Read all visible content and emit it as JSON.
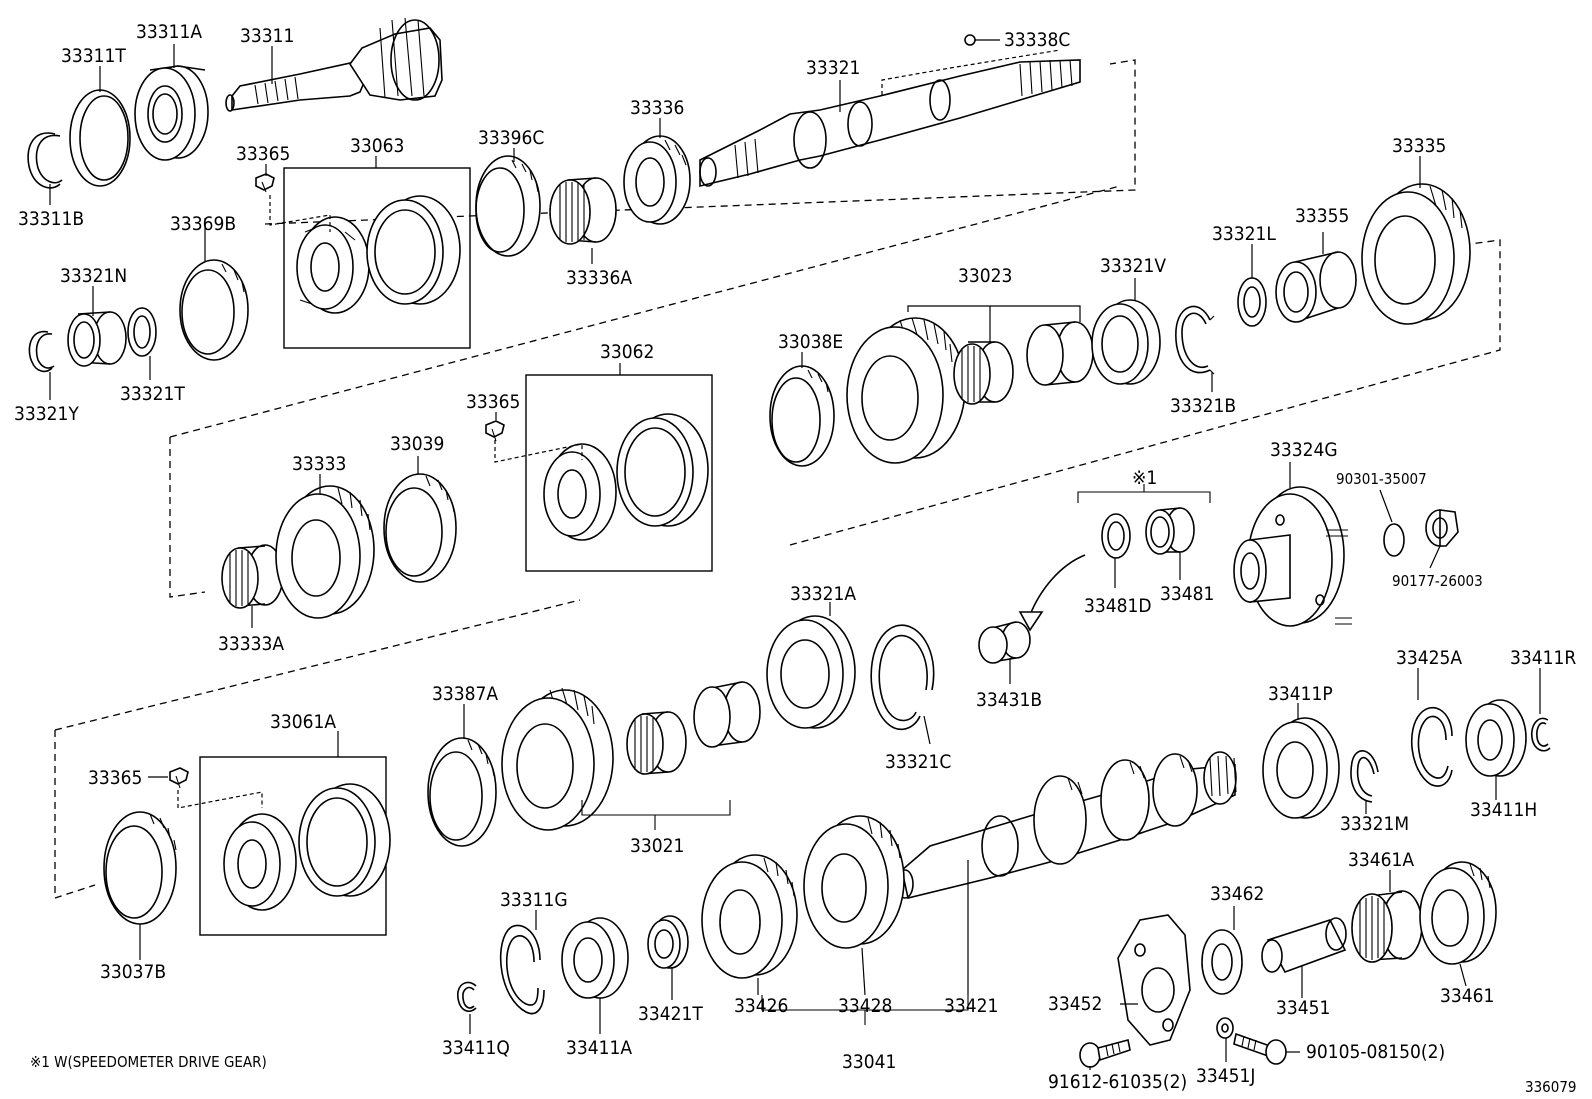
{
  "diagram": {
    "labels": {
      "l33311T": "33311T",
      "l33311A": "33311A",
      "l33311": "33311",
      "l33338C": "33338C",
      "l33321": "33321",
      "l33311B": "33311B",
      "l33365a": "33365",
      "l33063": "33063",
      "l33396C": "33396C",
      "l33336": "33336",
      "l33336A": "33336A",
      "l33335": "33335",
      "l33369B": "33369B",
      "l33321N": "33321N",
      "l33321T": "33321T",
      "l33321Y": "33321Y",
      "l33355": "33355",
      "l33321L": "33321L",
      "l33023": "33023",
      "l33321V": "33321V",
      "l33038E": "33038E",
      "l33321B": "33321B",
      "l33062": "33062",
      "l33365b": "33365",
      "l33333": "33333",
      "l33039": "33039",
      "l33333A": "33333A",
      "l33324G": "33324G",
      "l90301": "90301-35007",
      "l90177": "90177-26003",
      "note1": "※1",
      "l33481D": "33481D",
      "l33481": "33481",
      "l33321A": "33321A",
      "l33431B": "33431B",
      "l33387A": "33387A",
      "l33061A": "33061A",
      "l33365c": "33365",
      "l33321C": "33321C",
      "l33425A": "33425A",
      "l33411R": "33411R",
      "l33411P": "33411P",
      "l33021": "33021",
      "l33321M": "33321M",
      "l33411H": "33411H",
      "l33037B": "33037B",
      "l33311G": "33311G",
      "l33462": "33462",
      "l33461A": "33461A",
      "l33461": "33461",
      "l33426": "33426",
      "l33428": "33428",
      "l33421": "33421",
      "l33452": "33452",
      "l33451": "33451",
      "l33411Q": "33411Q",
      "l33411A": "33411A",
      "l33421T": "33421T",
      "l33041": "33041",
      "l33451J": "33451J",
      "l90105": "90105-08150(2)",
      "l91612": "91612-61035(2)"
    },
    "footnote": "※1 W(SPEEDOMETER DRIVE GEAR)",
    "diagram_id": "336079"
  }
}
